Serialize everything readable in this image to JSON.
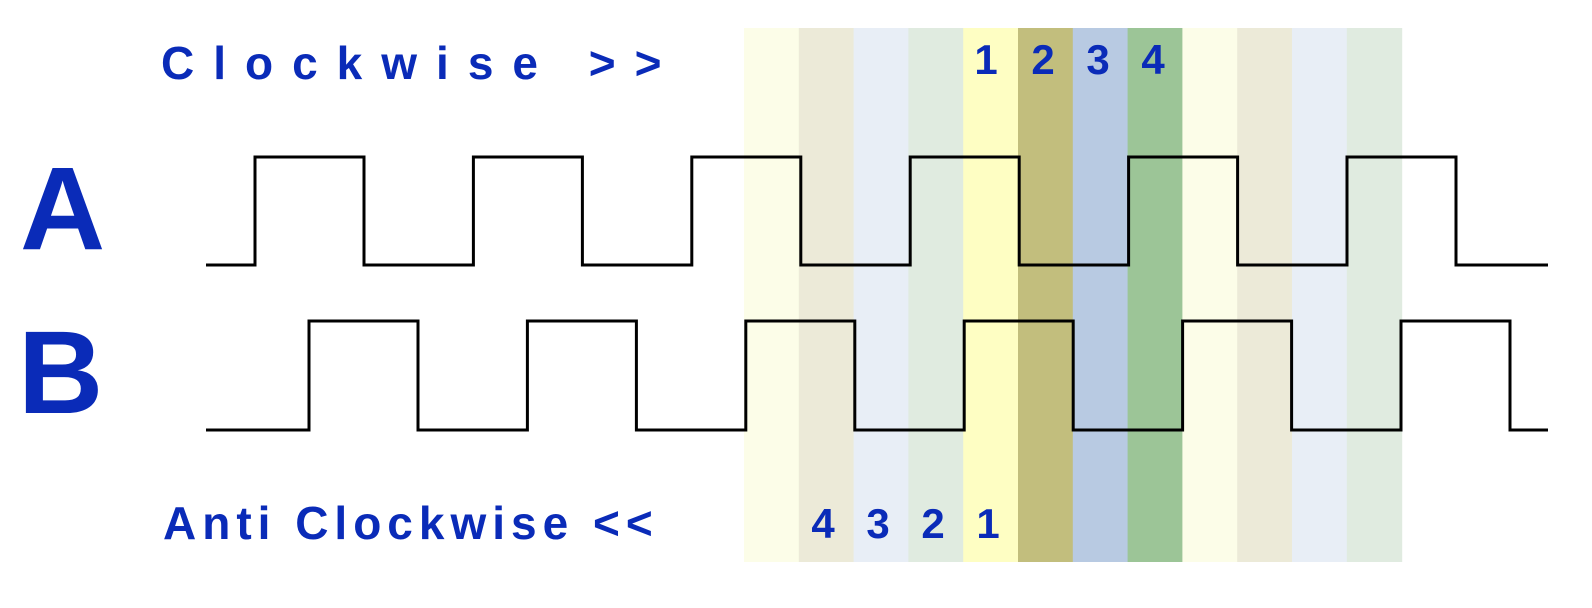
{
  "headings": {
    "clockwise": "Clockwise >>",
    "anti_clockwise": "Anti Clockwise <<"
  },
  "channels": [
    {
      "name": "A",
      "pulses": 6,
      "phase": "leading"
    },
    {
      "name": "B",
      "pulses": 6,
      "phase": "lagging by quarter period"
    }
  ],
  "step_labels": {
    "clockwise": [
      "1",
      "2",
      "3",
      "4"
    ],
    "anti_clockwise": [
      "4",
      "3",
      "2",
      "1"
    ]
  },
  "band_colors": {
    "light_cycle": [
      "#fcfde8",
      "#ecead8",
      "#e8eef6",
      "#e0ebe0"
    ],
    "highlighted_cycle": [
      "#fefec3",
      "#c2be7d",
      "#b8cae2",
      "#9cc597"
    ]
  },
  "colors": {
    "label": "#0a2bb8",
    "waveform": "#000000"
  }
}
